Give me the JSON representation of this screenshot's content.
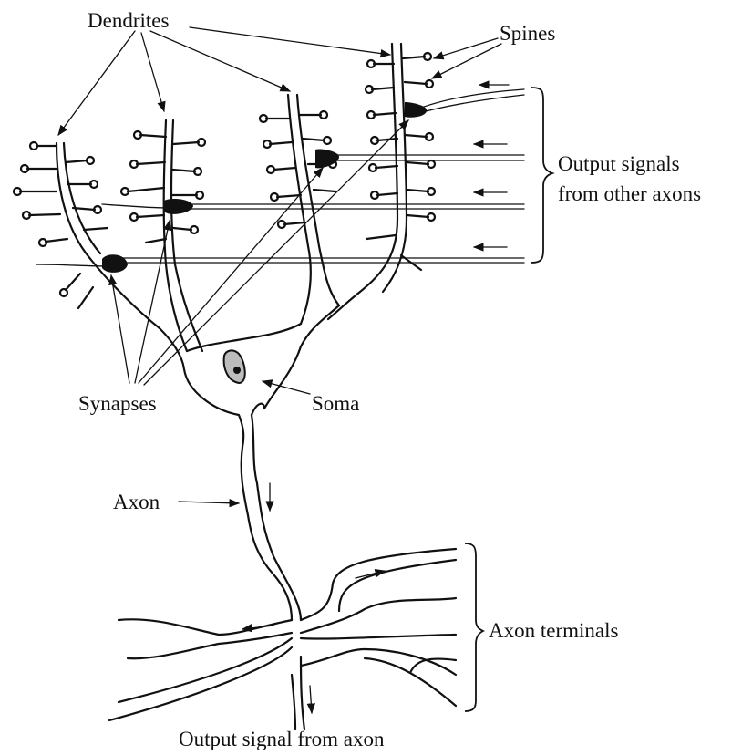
{
  "labels": {
    "dendrites": "Dendrites",
    "spines": "Spines",
    "output_signals_line1": "Output signals",
    "output_signals_line2": "from other axons",
    "synapses": "Synapses",
    "soma": "Soma",
    "axon": "Axon",
    "axon_terminals": "Axon terminals",
    "output_signal_from_axon": "Output signal from axon"
  },
  "colors": {
    "ink": "#111111",
    "background": "#ffffff",
    "nucleus_fill": "#bdbdbd"
  }
}
